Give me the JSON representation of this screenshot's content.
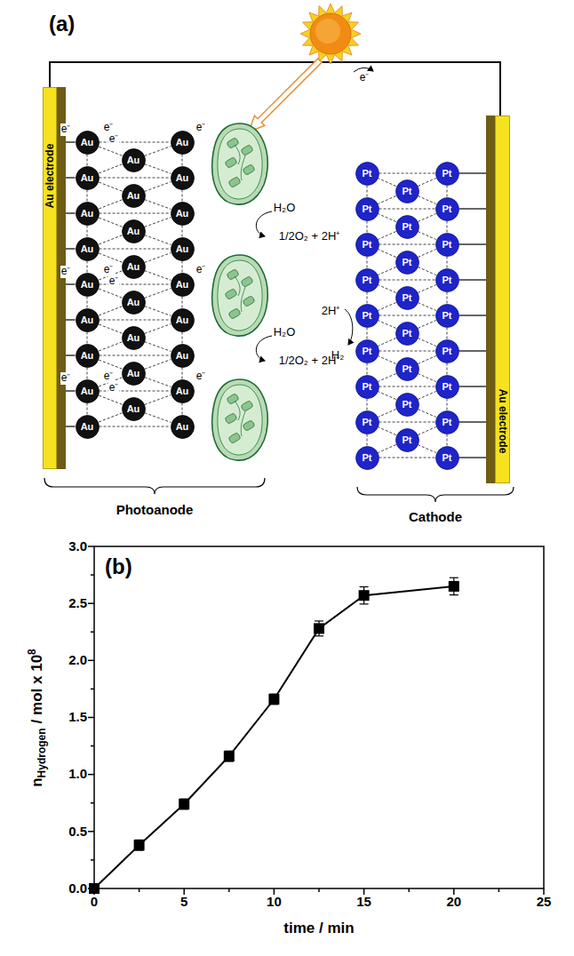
{
  "diagram": {
    "nodes": [
      {
        "text": [
          "Au electrode"
        ]
      },
      {
        "text": [
          "Au"
        ]
      },
      {
        "text": [
          "Au"
        ]
      },
      {
        "text": [
          "Au"
        ]
      },
      {
        "text": [
          "Au"
        ]
      },
      {
        "text": [
          "Au"
        ]
      },
      {
        "text": [
          "Au"
        ]
      },
      {
        "text": [
          "Au"
        ]
      },
      {
        "text": [
          "Au"
        ]
      },
      {
        "text": [
          "Au"
        ]
      },
      {
        "text": [
          "Au"
        ]
      },
      {
        "text": [
          "Au"
        ]
      },
      {
        "text": [
          "Au"
        ]
      },
      {
        "text": [
          "Au"
        ]
      },
      {
        "text": [
          "Au"
        ]
      },
      {
        "text": [
          "Au"
        ]
      },
      {
        "text": [
          "Au"
        ]
      },
      {
        "text": [
          "Au"
        ]
      },
      {
        "text": [
          "Au"
        ]
      },
      {
        "text": [
          "Au"
        ]
      },
      {
        "text": [
          "Au"
        ]
      },
      {
        "text": [
          "Au"
        ]
      },
      {
        "text": [
          "Au"
        ]
      },
      {
        "text": [
          "Au"
        ]
      },
      {
        "text": [
          "Au"
        ]
      },
      {
        "text": [
          "Au"
        ]
      },
      {
        "text": [
          "Au"
        ]
      },
      {
        "text": [
          "Pt"
        ]
      },
      {
        "text": [
          "Pt"
        ]
      },
      {
        "text": [
          "Pt"
        ]
      },
      {
        "text": [
          "Pt"
        ]
      },
      {
        "text": [
          "Pt"
        ]
      },
      {
        "text": [
          "Pt"
        ]
      },
      {
        "text": [
          "Pt"
        ]
      },
      {
        "text": [
          "Pt"
        ]
      },
      {
        "text": [
          "Pt"
        ]
      },
      {
        "text": [
          "Pt"
        ]
      },
      {
        "text": [
          "Pt"
        ]
      },
      {
        "text": [
          "Pt"
        ]
      },
      {
        "text": [
          "Pt"
        ]
      },
      {
        "text": [
          "Pt"
        ]
      },
      {
        "text": [
          "Pt"
        ]
      },
      {
        "text": [
          "Pt"
        ]
      },
      {
        "text": [
          "Pt"
        ]
      },
      {
        "text": [
          "Pt"
        ]
      },
      {
        "text": [
          "Pt"
        ]
      },
      {
        "text": [
          "Pt"
        ]
      },
      {
        "text": [
          "Pt"
        ]
      },
      {
        "text": [
          "Pt"
        ]
      },
      {
        "text": [
          "Pt"
        ]
      },
      {
        "text": [
          "Pt"
        ]
      },
      {
        "text": [
          "Pt"
        ]
      },
      {
        "text": [
          "Pt"
        ]
      },
      {
        "text": [
          "Au electrode"
        ]
      }
    ],
    "edges": [
      {
        "from": 0,
        "to": 1,
        "arrow": "none"
      },
      {
        "from": 0,
        "to": 2,
        "arrow": "none"
      },
      {
        "from": 0,
        "to": 3,
        "arrow": "none"
      },
      {
        "from": 0,
        "to": 4,
        "arrow": "none"
      },
      {
        "from": 0,
        "to": 5,
        "arrow": "none"
      },
      {
        "from": 0,
        "to": 6,
        "arrow": "none"
      },
      {
        "from": 0,
        "to": 7,
        "arrow": "none"
      },
      {
        "from": 0,
        "to": 8,
        "arrow": "none"
      },
      {
        "from": 0,
        "to": 9,
        "arrow": "none"
      },
      {
        "from": 1,
        "to": 18,
        "arrow": "none"
      },
      {
        "from": 2,
        "to": 19,
        "arrow": "none"
      },
      {
        "from": 3,
        "to": 20,
        "arrow": "none"
      },
      {
        "from": 4,
        "to": 21,
        "arrow": "none"
      },
      {
        "from": 5,
        "to": 22,
        "arrow": "none"
      },
      {
        "from": 6,
        "to": 23,
        "arrow": "none"
      },
      {
        "from": 7,
        "to": 24,
        "arrow": "none"
      },
      {
        "from": 8,
        "to": 25,
        "arrow": "none"
      },
      {
        "from": 9,
        "to": 26,
        "arrow": "none"
      },
      {
        "from": 1,
        "to": 2,
        "arrow": "none"
      },
      {
        "from": 2,
        "to": 3,
        "arrow": "none"
      },
      {
        "from": 3,
        "to": 4,
        "arrow": "none"
      },
      {
        "from": 4,
        "to": 5,
        "arrow": "none"
      },
      {
        "from": 5,
        "to": 6,
        "arrow": "none"
      },
      {
        "from": 6,
        "to": 7,
        "arrow": "none"
      },
      {
        "from": 7,
        "to": 8,
        "arrow": "none"
      },
      {
        "from": 8,
        "to": 9,
        "arrow": "none"
      },
      {
        "from": 18,
        "to": 19,
        "arrow": "none"
      },
      {
        "from": 19,
        "to": 20,
        "arrow": "none"
      },
      {
        "from": 20,
        "to": 21,
        "arrow": "none"
      },
      {
        "from": 21,
        "to": 22,
        "arrow": "none"
      },
      {
        "from": 22,
        "to": 23,
        "arrow": "none"
      },
      {
        "from": 23,
        "to": 24,
        "arrow": "none"
      },
      {
        "from": 24,
        "to": 25,
        "arrow": "none"
      },
      {
        "from": 25,
        "to": 26,
        "arrow": "none"
      },
      {
        "from": 10,
        "to": 1,
        "arrow": "none"
      },
      {
        "from": 10,
        "to": 2,
        "arrow": "none"
      },
      {
        "from": 10,
        "to": 18,
        "arrow": "none"
      },
      {
        "from": 10,
        "to": 19,
        "arrow": "none"
      },
      {
        "from": 11,
        "to": 2,
        "arrow": "none"
      },
      {
        "from": 11,
        "to": 3,
        "arrow": "none"
      },
      {
        "from": 11,
        "to": 19,
        "arrow": "none"
      },
      {
        "from": 11,
        "to": 20,
        "arrow": "none"
      },
      {
        "from": 12,
        "to": 3,
        "arrow": "none"
      },
      {
        "from": 12,
        "to": 4,
        "arrow": "none"
      },
      {
        "from": 12,
        "to": 20,
        "arrow": "none"
      },
      {
        "from": 12,
        "to": 21,
        "arrow": "none"
      },
      {
        "from": 13,
        "to": 4,
        "arrow": "none"
      },
      {
        "from": 13,
        "to": 5,
        "arrow": "none"
      },
      {
        "from": 13,
        "to": 21,
        "arrow": "none"
      },
      {
        "from": 13,
        "to": 22,
        "arrow": "none"
      },
      {
        "from": 14,
        "to": 5,
        "arrow": "none"
      },
      {
        "from": 14,
        "to": 6,
        "arrow": "none"
      },
      {
        "from": 14,
        "to": 22,
        "arrow": "none"
      },
      {
        "from": 14,
        "to": 23,
        "arrow": "none"
      },
      {
        "from": 15,
        "to": 6,
        "arrow": "none"
      },
      {
        "from": 15,
        "to": 7,
        "arrow": "none"
      },
      {
        "from": 15,
        "to": 23,
        "arrow": "none"
      },
      {
        "from": 15,
        "to": 24,
        "arrow": "none"
      },
      {
        "from": 16,
        "to": 7,
        "arrow": "none"
      },
      {
        "from": 16,
        "to": 8,
        "arrow": "none"
      },
      {
        "from": 16,
        "to": 24,
        "arrow": "none"
      },
      {
        "from": 16,
        "to": 25,
        "arrow": "none"
      },
      {
        "from": 17,
        "to": 8,
        "arrow": "none"
      },
      {
        "from": 17,
        "to": 9,
        "arrow": "none"
      },
      {
        "from": 17,
        "to": 25,
        "arrow": "none"
      },
      {
        "from": 17,
        "to": 26,
        "arrow": "none"
      },
      {
        "from": 27,
        "to": 44,
        "arrow": "none"
      },
      {
        "from": 28,
        "to": 45,
        "arrow": "none"
      },
      {
        "from": 29,
        "to": 46,
        "arrow": "none"
      },
      {
        "from": 30,
        "to": 47,
        "arrow": "none"
      },
      {
        "from": 31,
        "to": 48,
        "arrow": "none"
      },
      {
        "from": 32,
        "to": 49,
        "arrow": "none"
      },
      {
        "from": 33,
        "to": 50,
        "arrow": "none"
      },
      {
        "from": 34,
        "to": 51,
        "arrow": "none"
      },
      {
        "from": 35,
        "to": 52,
        "arrow": "none"
      },
      {
        "from": 27,
        "to": 28,
        "arrow": "none"
      },
      {
        "from": 28,
        "to": 29,
        "arrow": "none"
      },
      {
        "from": 29,
        "to": 30,
        "arrow": "none"
      },
      {
        "from": 30,
        "to": 31,
        "arrow": "none"
      },
      {
        "from": 31,
        "to": 32,
        "arrow": "none"
      },
      {
        "from": 32,
        "to": 33,
        "arrow": "none"
      },
      {
        "from": 33,
        "to": 34,
        "arrow": "none"
      },
      {
        "from": 34,
        "to": 35,
        "arrow": "none"
      },
      {
        "from": 44,
        "to": 45,
        "arrow": "none"
      },
      {
        "from": 45,
        "to": 46,
        "arrow": "none"
      },
      {
        "from": 46,
        "to": 47,
        "arrow": "none"
      },
      {
        "from": 47,
        "to": 48,
        "arrow": "none"
      },
      {
        "from": 48,
        "to": 49,
        "arrow": "none"
      },
      {
        "from": 49,
        "to": 50,
        "arrow": "none"
      },
      {
        "from": 50,
        "to": 51,
        "arrow": "none"
      },
      {
        "from": 51,
        "to": 52,
        "arrow": "none"
      },
      {
        "from": 36,
        "to": 27,
        "arrow": "none"
      },
      {
        "from": 36,
        "to": 28,
        "arrow": "none"
      },
      {
        "from": 36,
        "to": 44,
        "arrow": "none"
      },
      {
        "from": 36,
        "to": 45,
        "arrow": "none"
      },
      {
        "from": 37,
        "to": 28,
        "arrow": "none"
      },
      {
        "from": 37,
        "to": 29,
        "arrow": "none"
      },
      {
        "from": 37,
        "to": 45,
        "arrow": "none"
      },
      {
        "from": 37,
        "to": 46,
        "arrow": "none"
      },
      {
        "from": 38,
        "to": 29,
        "arrow": "none"
      },
      {
        "from": 38,
        "to": 30,
        "arrow": "none"
      },
      {
        "from": 38,
        "to": 46,
        "arrow": "none"
      },
      {
        "from": 38,
        "to": 47,
        "arrow": "none"
      },
      {
        "from": 39,
        "to": 30,
        "arrow": "none"
      },
      {
        "from": 39,
        "to": 31,
        "arrow": "none"
      },
      {
        "from": 39,
        "to": 47,
        "arrow": "none"
      },
      {
        "from": 39,
        "to": 48,
        "arrow": "none"
      },
      {
        "from": 40,
        "to": 31,
        "arrow": "none"
      },
      {
        "from": 40,
        "to": 32,
        "arrow": "none"
      },
      {
        "from": 40,
        "to": 48,
        "arrow": "none"
      },
      {
        "from": 40,
        "to": 49,
        "arrow": "none"
      },
      {
        "from": 41,
        "to": 32,
        "arrow": "none"
      },
      {
        "from": 41,
        "to": 33,
        "arrow": "none"
      },
      {
        "from": 41,
        "to": 49,
        "arrow": "none"
      },
      {
        "from": 41,
        "to": 50,
        "arrow": "none"
      },
      {
        "from": 42,
        "to": 33,
        "arrow": "none"
      },
      {
        "from": 42,
        "to": 34,
        "arrow": "none"
      },
      {
        "from": 42,
        "to": 50,
        "arrow": "none"
      },
      {
        "from": 42,
        "to": 51,
        "arrow": "none"
      },
      {
        "from": 43,
        "to": 34,
        "arrow": "none"
      },
      {
        "from": 43,
        "to": 35,
        "arrow": "none"
      },
      {
        "from": 43,
        "to": 51,
        "arrow": "none"
      },
      {
        "from": 43,
        "to": 52,
        "arrow": "none"
      },
      {
        "from": 44,
        "to": 53,
        "arrow": "none"
      },
      {
        "from": 45,
        "to": 53,
        "arrow": "none"
      },
      {
        "from": 46,
        "to": 53,
        "arrow": "none"
      },
      {
        "from": 47,
        "to": 53,
        "arrow": "none"
      },
      {
        "from": 48,
        "to": 53,
        "arrow": "none"
      },
      {
        "from": 49,
        "to": 53,
        "arrow": "none"
      },
      {
        "from": 50,
        "to": 53,
        "arrow": "none"
      },
      {
        "from": 51,
        "to": 53,
        "arrow": "none"
      },
      {
        "from": 52,
        "to": 53,
        "arrow": "none"
      }
    ],
    "labels": [
      "(a)",
      "e⁻",
      "e⁻",
      "e⁻",
      "e⁻",
      "e⁻",
      "e⁻",
      "e⁻",
      "e⁻",
      "e⁻",
      "e⁻",
      "e⁻",
      "e⁻",
      "H₂O",
      "1/2O₂ + 2H⁺",
      "H₂O",
      "1/2O₂ + 2H⁺",
      "2H⁺",
      "H₂",
      "e⁻",
      "Photoanode",
      "Cathode",
      "(b)",
      "0.0",
      "0.5",
      "1.0",
      "1.5",
      "2.0",
      "2.5",
      "3.0",
      "0",
      "5",
      "10",
      "15",
      "20",
      "25",
      "time / min",
      "n",
      "Hydrogen",
      "/ mol x 10",
      "8"
    ]
  }
}
